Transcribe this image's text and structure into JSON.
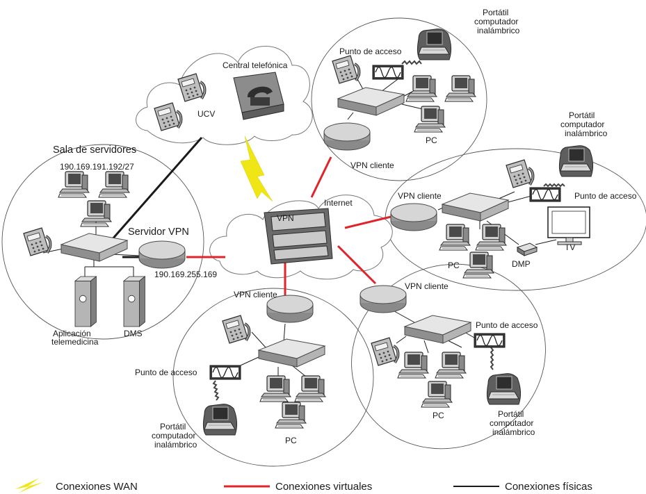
{
  "labels": {
    "sala": "Sala de servidores",
    "sala_ip": "190.169.191.192/27",
    "servidor_vpn": "Servidor VPN",
    "servidor_ip": "190.169.255.169",
    "aplicacion_1": "Aplicación",
    "aplicacion_2": "telemedicina",
    "dms": "DMS",
    "central": "Central telefónica",
    "ucv": "UCV",
    "internet": "Internet",
    "vpn": "VPN",
    "vpn_cliente": "VPN cliente",
    "punto_acceso": "Punto de acceso",
    "pc": "PC",
    "portatil_1": "Portátil",
    "portatil_2": "computador",
    "portatil_3": "inalámbrico",
    "dmp": "DMP",
    "tv": "TV"
  },
  "legend": {
    "wan": "Conexiones WAN",
    "virtual": "Conexiones virtuales",
    "fisica": "Conexiones físicas"
  },
  "colors": {
    "virtual": "#e0242b",
    "physical": "#1a1a1a",
    "wan": "#f0e616",
    "device_light": "#d4d4d4",
    "device_dark": "#6e6e6e"
  }
}
